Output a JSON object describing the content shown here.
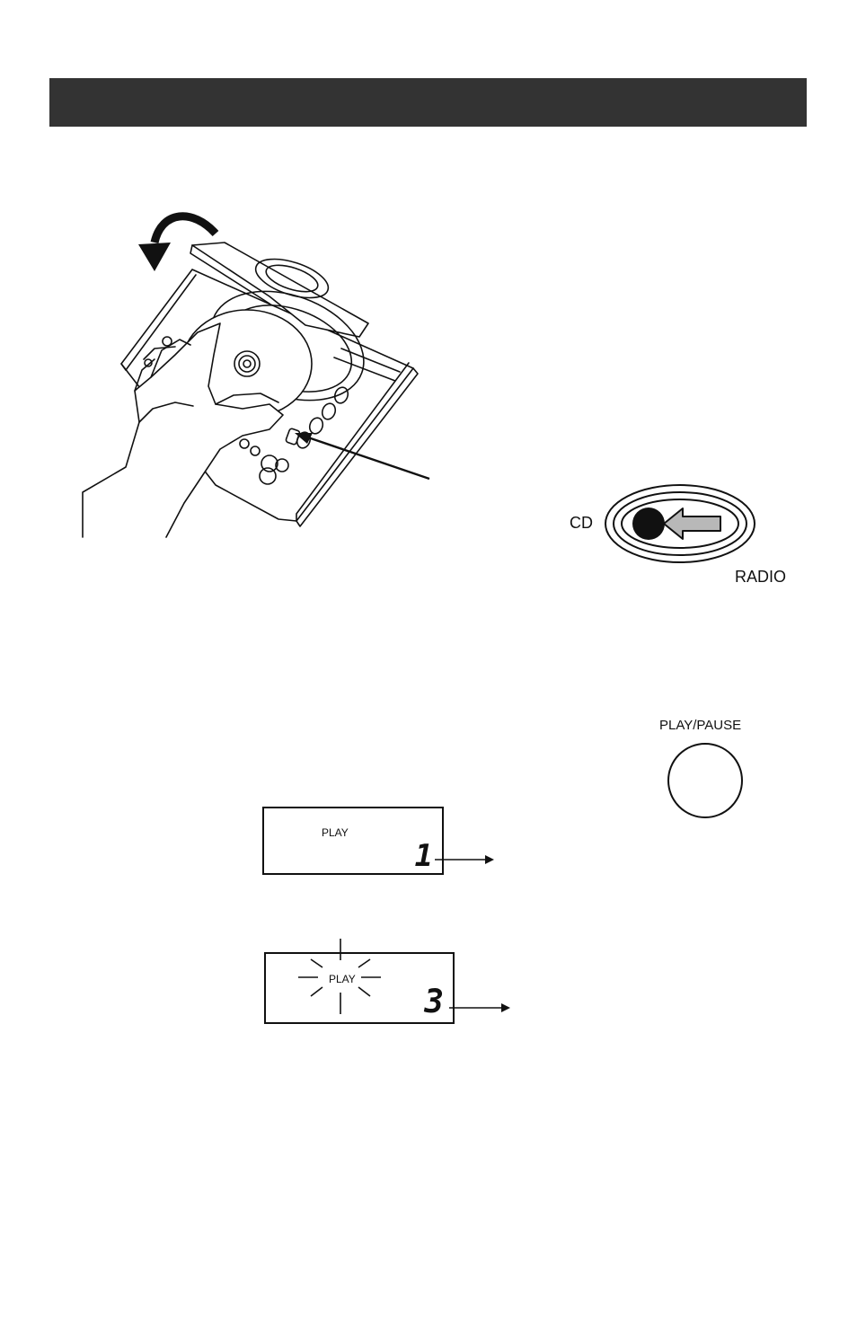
{
  "header": {
    "title": ""
  },
  "switch": {
    "left_label": "CD",
    "right_label": "RADIO"
  },
  "play_pause_button": {
    "label": "PLAY/PAUSE"
  },
  "display_1": {
    "indicator": "PLAY",
    "track_number": "1"
  },
  "display_2": {
    "indicator": "PLAY",
    "track_number": "3"
  },
  "icons": {
    "illustration": "cd-player-loading-illustration",
    "rotate_arrow": "curved-arrow-icon",
    "pointer_arrow": "pointer-arrow-icon",
    "slide_arrow": "slide-arrow-icon",
    "blink_rays": "blink-rays-icon"
  },
  "colors": {
    "header_bar": "#333333",
    "switch_arrow": "#b8b8b8"
  }
}
